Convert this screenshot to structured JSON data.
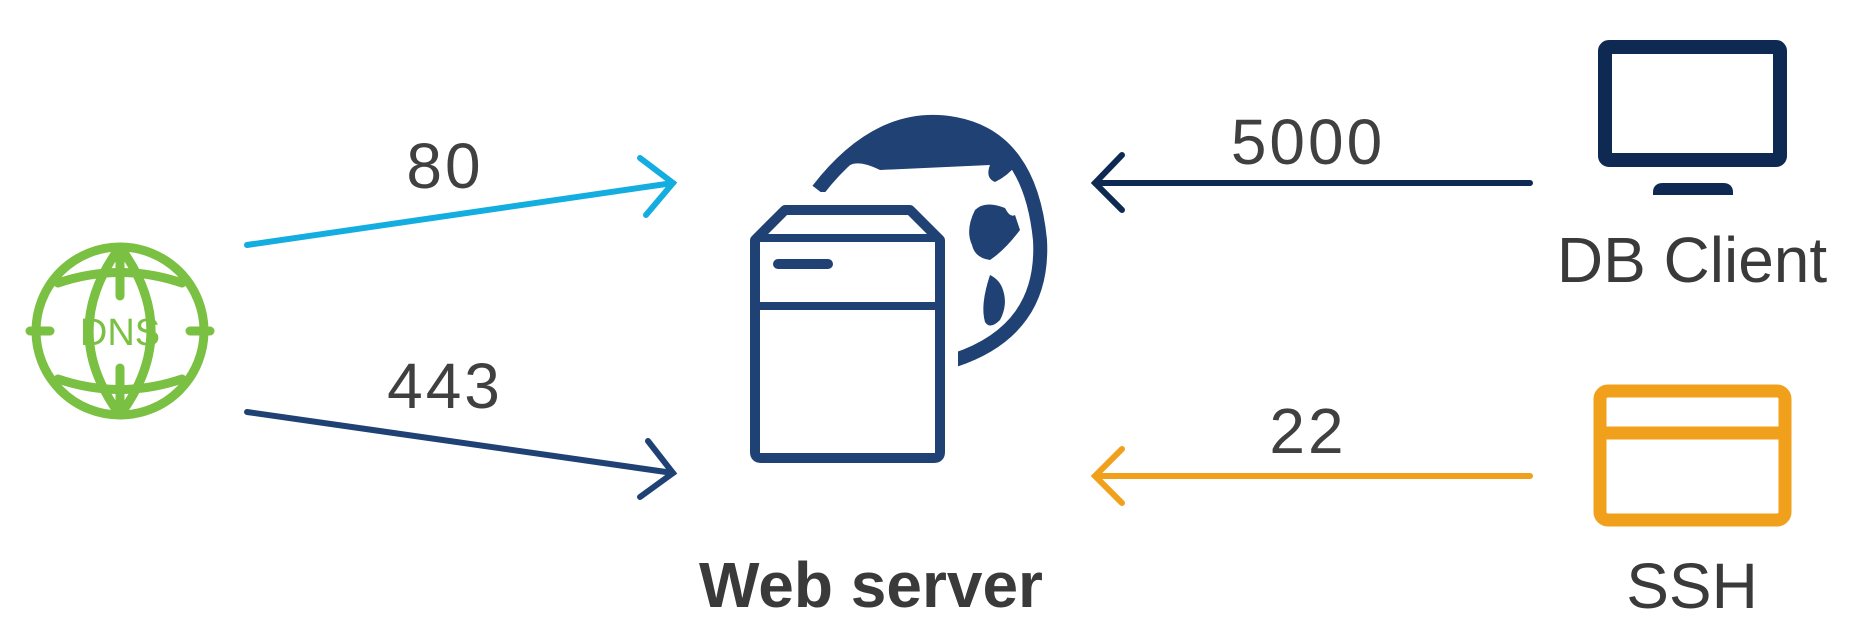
{
  "nodes": {
    "dns": {
      "icon_text": "DNS",
      "icon": "dns-globe-icon",
      "color": "#7ac143"
    },
    "web_server": {
      "label": "Web server",
      "icon": "web-server-globe-icon",
      "color": "#1f4174"
    },
    "db_client": {
      "label": "DB Client",
      "icon": "monitor-icon",
      "color": "#0f2a52"
    },
    "ssh": {
      "label": "SSH",
      "icon": "terminal-window-icon",
      "color": "#f0a01a"
    }
  },
  "connections": [
    {
      "from": "DNS",
      "to": "Web server",
      "port": "80",
      "color": "#13ade0"
    },
    {
      "from": "DNS",
      "to": "Web server",
      "port": "443",
      "color": "#1f4174"
    },
    {
      "from": "DB Client",
      "to": "Web server",
      "port": "5000",
      "color": "#0f2a52"
    },
    {
      "from": "SSH",
      "to": "Web server",
      "port": "22",
      "color": "#f0a01a"
    }
  ]
}
